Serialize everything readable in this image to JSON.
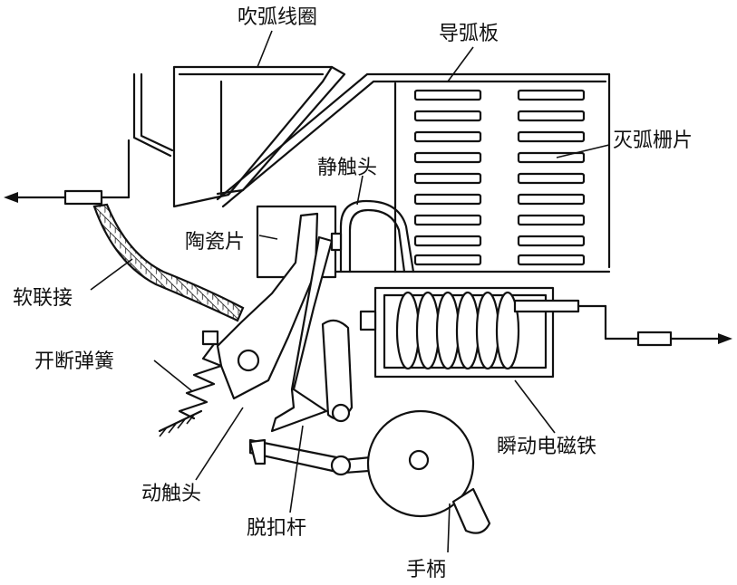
{
  "labels": {
    "blow_coil": "吹弧线圈",
    "arc_guide": "导弧板",
    "arc_grid": "灭弧栅片",
    "static_contact": "静触头",
    "ceramic_plate": "陶瓷片",
    "flex_link": "软联接",
    "break_spring": "开断弹簧",
    "moving_contact": "动触头",
    "trip_lever": "脱扣杆",
    "handle": "手柄",
    "instant_electromagnet": "瞬动电磁铁"
  }
}
